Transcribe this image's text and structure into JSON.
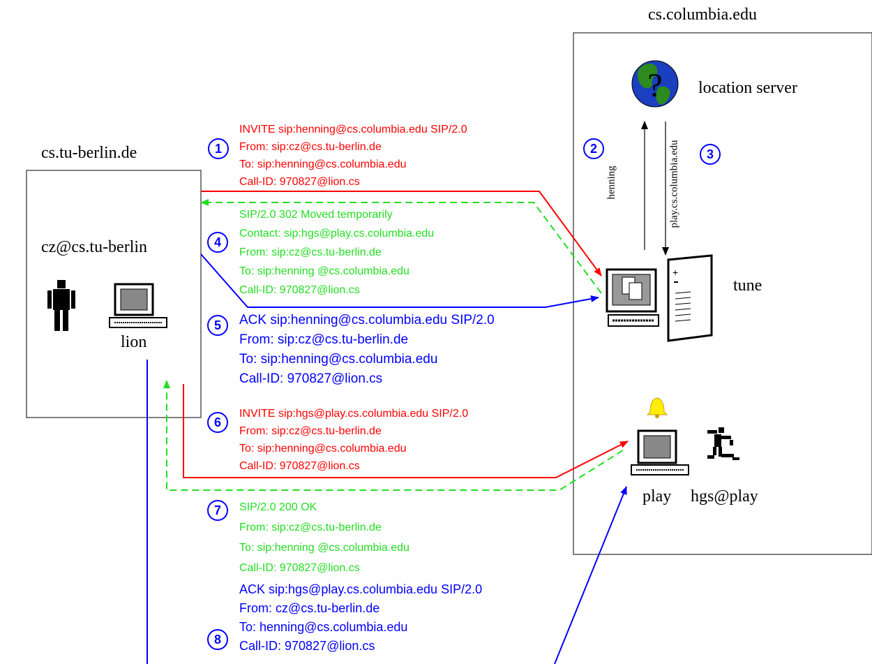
{
  "domains": {
    "left": "cs.tu-berlin.de",
    "right": "cs.columbia.edu"
  },
  "nodes": {
    "caller_user": "cz@cs.tu-berlin",
    "caller_host": "lion",
    "location_server": "location server",
    "proxy": "tune",
    "callee_host": "play",
    "callee_user": "hgs@play"
  },
  "queries": {
    "request": "henning",
    "response": "play.cs.columbia.edu"
  },
  "steps": [
    "1",
    "2",
    "3",
    "4",
    "5",
    "6",
    "7",
    "8"
  ],
  "messages": {
    "m1": [
      "INVITE sip:henning@cs.columbia.edu SIP/2.0",
      "From: sip:cz@cs.tu-berlin.de",
      "To: sip:henning@cs.columbia.edu",
      "Call-ID: 970827@lion.cs"
    ],
    "m4": [
      "SIP/2.0 302 Moved temporarily",
      "Contact: sip:hgs@play.cs.columbia.edu",
      "From: sip:cz@cs.tu-berlin.de",
      "To: sip:henning @cs.columbia.edu",
      "Call-ID: 970827@lion.cs"
    ],
    "m5": [
      "ACK sip:henning@cs.columbia.edu SIP/2.0",
      "From: sip:cz@cs.tu-berlin.de",
      "To: sip:henning@cs.columbia.edu",
      "Call-ID: 970827@lion.cs"
    ],
    "m6": [
      "INVITE sip:hgs@play.cs.columbia.edu SIP/2.0",
      "From: sip:cz@cs.tu-berlin.de",
      "To: sip:henning@cs.columbia.edu",
      "Call-ID: 970827@lion.cs"
    ],
    "m7": [
      "SIP/2.0 200 OK",
      "From: sip:cz@cs.tu-berlin.de",
      "To: sip:henning @cs.columbia.edu",
      "Call-ID: 970827@lion.cs"
    ],
    "m8": [
      "ACK sip:hgs@play.cs.columbia.edu SIP/2.0",
      "From: cz@cs.tu-berlin.de",
      "To: henning@cs.columbia.edu",
      "Call-ID: 970827@lion.cs"
    ]
  },
  "colors": {
    "request": "#ff0000",
    "response": "#22dd22",
    "ack": "#0000ff",
    "step_badge": "#0000ff"
  }
}
